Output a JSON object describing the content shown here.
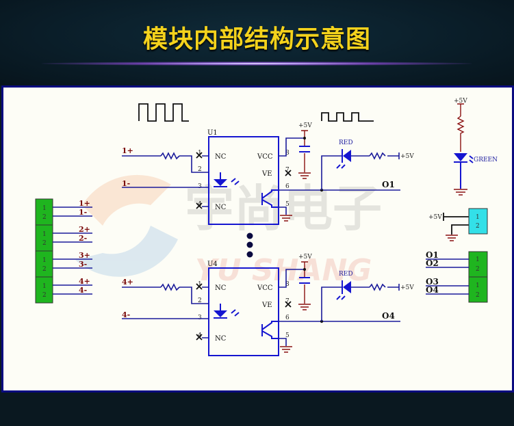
{
  "header": {
    "title": "模块内部结构示意图"
  },
  "watermark": {
    "cn": "宇尚电子",
    "en": "YU SHANG"
  },
  "colors": {
    "title": "#f4d21c",
    "wire": "#1a1a9a",
    "component": "#1515d0",
    "power": "#8a1010",
    "connector_green": "#1fb51f",
    "connector_cyan": "#33e0e8"
  },
  "channel1": {
    "chip": "U1",
    "in_plus": "1+",
    "in_minus": "1-",
    "output": "O1"
  },
  "channel4": {
    "chip": "U4",
    "in_plus": "4+",
    "in_minus": "4-",
    "output": "O4"
  },
  "chip_pins": {
    "nc": "NC",
    "vcc": "VCC",
    "ve": "VE",
    "p1": "1",
    "p2": "2",
    "p3": "3",
    "p4": "4",
    "p5": "5",
    "p6": "6",
    "p7": "7",
    "p8": "8"
  },
  "power": {
    "vcc": "+5V"
  },
  "leds": {
    "red": "RED",
    "green": "GREEN"
  },
  "connector_pins": {
    "a": "1",
    "b": "2"
  },
  "input_connector_labels": [
    "1+",
    "1-",
    "2+",
    "2-",
    "3+",
    "3-",
    "4+",
    "4-"
  ],
  "output_connector_labels": [
    "O1",
    "O2",
    "O3",
    "O4"
  ]
}
